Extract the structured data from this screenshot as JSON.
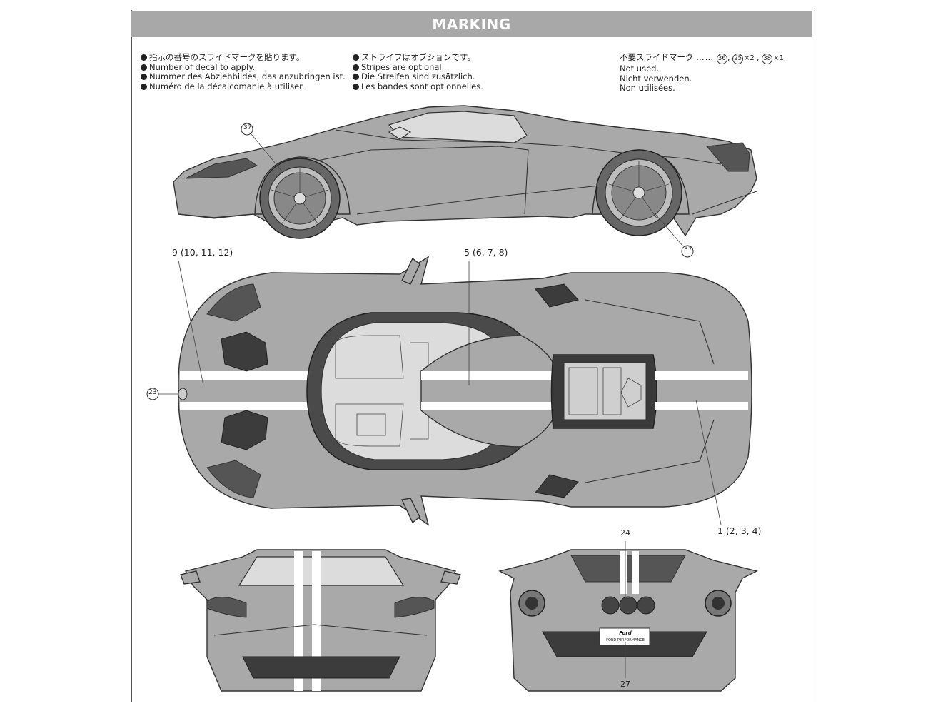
{
  "header": {
    "title": "MARKING"
  },
  "notes_left": [
    "指示の番号のスライドマークを貼ります。",
    "Number of decal to apply.",
    "Nummer des Abziehbildes, das anzubringen ist.",
    "Numéro de la décalcomanie à utiliser."
  ],
  "notes_middle": [
    "ストライフはオブションです。",
    "Stripes are optional.",
    "Die Streifen sind zusätzlich.",
    "Les bandes sont optionnelles."
  ],
  "not_used": {
    "title": "不要スライドマーク",
    "leader": "……",
    "items": [
      {
        "num": "36",
        "sep": ","
      },
      {
        "num": "25",
        "mult": "×2",
        "sep": ","
      },
      {
        "num": "38",
        "mult": "×1"
      }
    ],
    "lines": [
      "Not used.",
      "Nicht verwenden.",
      "Non utilisées."
    ]
  },
  "callouts": {
    "c37_top": "37",
    "c37_bottom": "37",
    "c9": "9 (10, 11, 12)",
    "c5": "5 (6, 7, 8)",
    "c23": "23",
    "c1": "1 (2, 3, 4)",
    "c24": "24",
    "c27": "27"
  },
  "rear_badge": {
    "logo": "Ford",
    "text": "FORD PERFORMANCE"
  },
  "colors": {
    "banner": "#a8a8a8",
    "body_paint": "#a9a9a9",
    "stripe": "#ffffff"
  }
}
